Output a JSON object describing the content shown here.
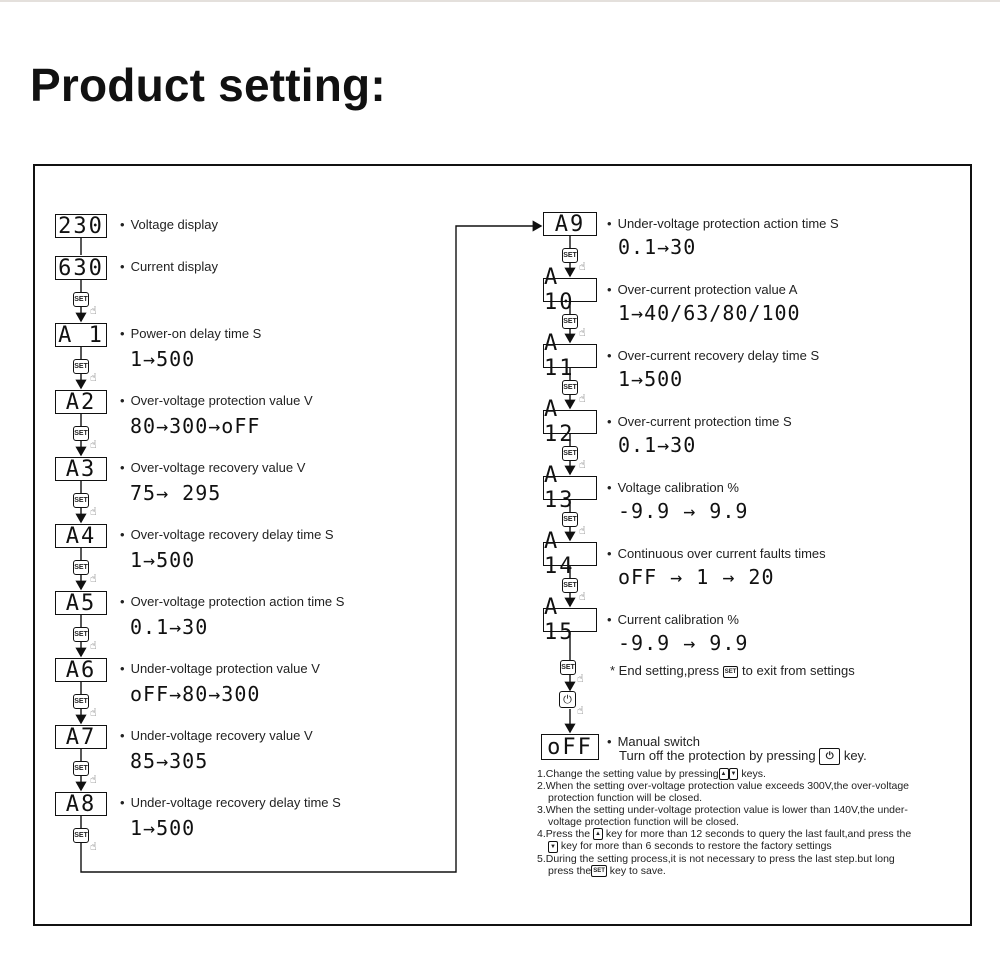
{
  "title": "Product setting:",
  "left_steps": [
    {
      "code": "230",
      "label": "Voltage display",
      "value": ""
    },
    {
      "code": "630",
      "label": "Current display",
      "value": ""
    },
    {
      "code": "A 1",
      "label": "Power-on delay time S",
      "value": "1→500"
    },
    {
      "code": "A2",
      "label": "Over-voltage protection value V",
      "value": "80→300→oFF"
    },
    {
      "code": "A3",
      "label": "Over-voltage recovery value V",
      "value": "75→ 295"
    },
    {
      "code": "A4",
      "label": "Over-voltage recovery delay time S",
      "value": "1→500"
    },
    {
      "code": "A5",
      "label": "Over-voltage protection action time S",
      "value": "0.1→30"
    },
    {
      "code": "A6",
      "label": "Under-voltage protection value V",
      "value": "oFF→80→300"
    },
    {
      "code": "A7",
      "label": "Under-voltage recovery value V",
      "value": "85→305"
    },
    {
      "code": "A8",
      "label": "Under-voltage recovery delay time S",
      "value": "1→500"
    }
  ],
  "right_steps": [
    {
      "code": "A9",
      "label": "Under-voltage protection action time S",
      "value": "0.1→30"
    },
    {
      "code": "A 10",
      "label": "Over-current protection value A",
      "value": "1→40/63/80/100"
    },
    {
      "code": "A 11",
      "label": "Over-current recovery delay time S",
      "value": "1→500"
    },
    {
      "code": "A 12",
      "label": "Over-current protection time S",
      "value": "0.1→30"
    },
    {
      "code": "A 13",
      "label": "Voltage calibration %",
      "value": "-9.9 → 9.9"
    },
    {
      "code": "A 14",
      "label": "Continuous over current faults times",
      "value": "oFF → 1 → 20"
    },
    {
      "code": "A 15",
      "label": "Current calibration %",
      "value": "-9.9 → 9.9"
    }
  ],
  "set_key_label": "SET",
  "end_setting": {
    "prefix": "* End setting,press",
    "suffix": "to exit from settings"
  },
  "power_icon": "power-icon",
  "manual": {
    "code": "oFF",
    "label": "Manual switch",
    "line2_prefix": "Turn off the protection by pressing",
    "line2_suffix": "key."
  },
  "notes": {
    "n1_a": "1.Change the setting value by pressing",
    "n1_b": "keys.",
    "n2_a": "2.When the setting over-voltage protection value exceeds 300V,the over-voltage",
    "n2_b": "protection function will be closed.",
    "n3_a": "3.When the setting under-voltage protection value is lower than 140V,the under-",
    "n3_b": "voltage protection function will be closed.",
    "n4_a1": "4.Press the",
    "n4_a2": "key for more than 12 seconds to query the last fault,and press the",
    "n4_b": "key for more than 6 seconds to restore the factory settings",
    "n5_a": "5.During the setting process,it is not necessary to press the last step.but long",
    "n5_b1": "press the",
    "n5_b2": "key to save."
  }
}
